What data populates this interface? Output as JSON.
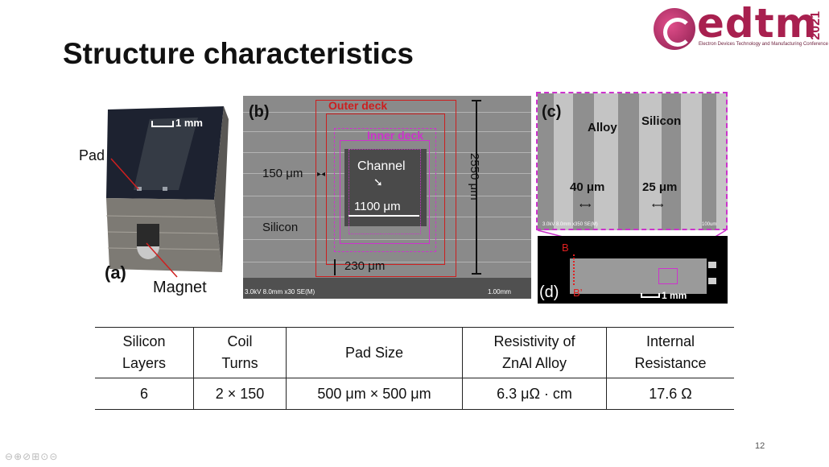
{
  "slide": {
    "title": "Structure characteristics",
    "page_number": "12"
  },
  "logo": {
    "word": "edtm",
    "year": "2021",
    "subtitle": "Electron Devices Technology and Manufacturing Conference"
  },
  "panel_a": {
    "label": "(a)",
    "scale": "1 mm",
    "pad_label": "Pad",
    "magnet_label": "Magnet"
  },
  "panel_b": {
    "label": "(b)",
    "outer_deck": "Outer deck",
    "inner_deck": "Inner deck",
    "channel": "Channel",
    "dim_150": "150 μm",
    "dim_1100": "1100 μm",
    "dim_2550": "2550 μm",
    "dim_230": "230 μm",
    "silicon": "Silicon",
    "sem_info": "3.0kV 8.0mm x30 SE(M)",
    "sem_scale": "1.00mm"
  },
  "panel_c": {
    "label": "(c)",
    "alloy": "Alloy",
    "silicon": "Silicon",
    "dim_40": "40 μm",
    "dim_25": "25 μm",
    "sem_info": "3.0kV 8.0mm x350 SE(M)",
    "sem_scale": "100um"
  },
  "panel_d": {
    "label": "(d)",
    "b": "B",
    "b_prime": "B’",
    "scale": "1 mm"
  },
  "table": {
    "headers": [
      "Silicon\nLayers",
      "Coil\nTurns",
      "Pad Size",
      "Resistivity of\nZnAl Alloy",
      "Internal\nResistance"
    ],
    "header_lines": [
      [
        "Silicon",
        "Layers"
      ],
      [
        "Coil",
        "Turns"
      ],
      [
        "Pad Size"
      ],
      [
        "Resistivity of",
        "ZnAl Alloy"
      ],
      [
        "Internal",
        "Resistance"
      ]
    ],
    "row": [
      "6",
      "2 × 150",
      "500 μm × 500 μm",
      "6.3 μΩ · cm",
      "17.6 Ω"
    ]
  },
  "colors": {
    "accent": "#a8204f",
    "outer_deck": "#cc1f1f",
    "inner_deck": "#cc33cc"
  }
}
